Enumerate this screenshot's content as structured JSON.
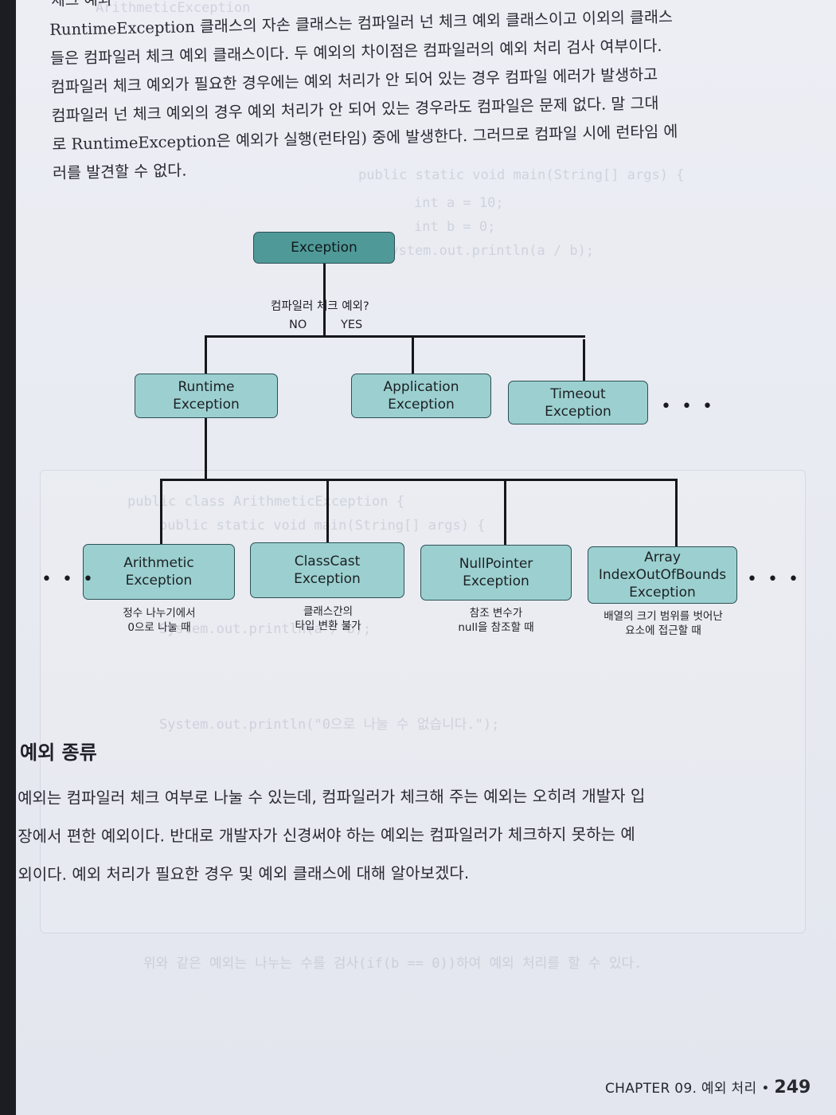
{
  "top_fragment": "체크 예외",
  "intro_lines": [
    "RuntimeException 클래스의 자손 클래스는 컴파일러 넌 체크 예외 클래스이고 이외의 클래스",
    "들은 컴파일러 체크 예외 클래스이다. 두 예외의 차이점은 컴파일러의 예외 처리 검사 여부이다.",
    "컴파일러 체크 예외가 필요한 경우에는 예외 처리가 안 되어 있는 경우 컴파일 에러가 발생하고",
    "컴파일러 넌 체크 예외의 경우 예외 처리가 안 되어 있는 경우라도 컴파일은 문제 없다. 말 그대",
    "로 RuntimeException은 예외가 실행(런타임) 중에 발생한다. 그러므로 컴파일 시에 런타임 에",
    "러를 발견할 수 없다."
  ],
  "diagram": {
    "root": "Exception",
    "question": "컴파일러 체크 예외?",
    "no_label": "NO",
    "yes_label": "YES",
    "level1": [
      {
        "line1": "Runtime",
        "line2": "Exception"
      },
      {
        "line1": "Application",
        "line2": "Exception"
      },
      {
        "line1": "Timeout",
        "line2": "Exception"
      }
    ],
    "level2": [
      {
        "lines": [
          "Arithmetic",
          "Exception"
        ],
        "caption": [
          "정수 나누기에서",
          "0으로 나눌 때"
        ]
      },
      {
        "lines": [
          "ClassCast",
          "Exception"
        ],
        "caption": [
          "클래스간의",
          "타입 변환 불가"
        ]
      },
      {
        "lines": [
          "NullPointer",
          "Exception"
        ],
        "caption": [
          "참조 변수가",
          "null을 참조할 때"
        ]
      },
      {
        "lines": [
          "Array",
          "IndexOutOfBounds",
          "Exception"
        ],
        "caption": [
          "배열의 크기 범위를 벗어난",
          "요소에 접근할 때"
        ]
      }
    ],
    "ellipsis": "• • •"
  },
  "section_heading": "예외 종류",
  "body_lines": [
    "예외는 컴파일러 체크 여부로 나눌 수 있는데, 컴파일러가 체크해 주는 예외는 오히려 개발자 입",
    "장에서 편한 예외이다. 반대로 개발자가 신경써야 하는 예외는 컴파일러가 체크하지 못하는 예",
    "외이다. 예외 처리가 필요한 경우 및 예외 클래스에 대해 알아보겠다."
  ],
  "footer": {
    "chapter": "CHAPTER 09. 예외 처리",
    "bullet": "•",
    "page": "249"
  }
}
